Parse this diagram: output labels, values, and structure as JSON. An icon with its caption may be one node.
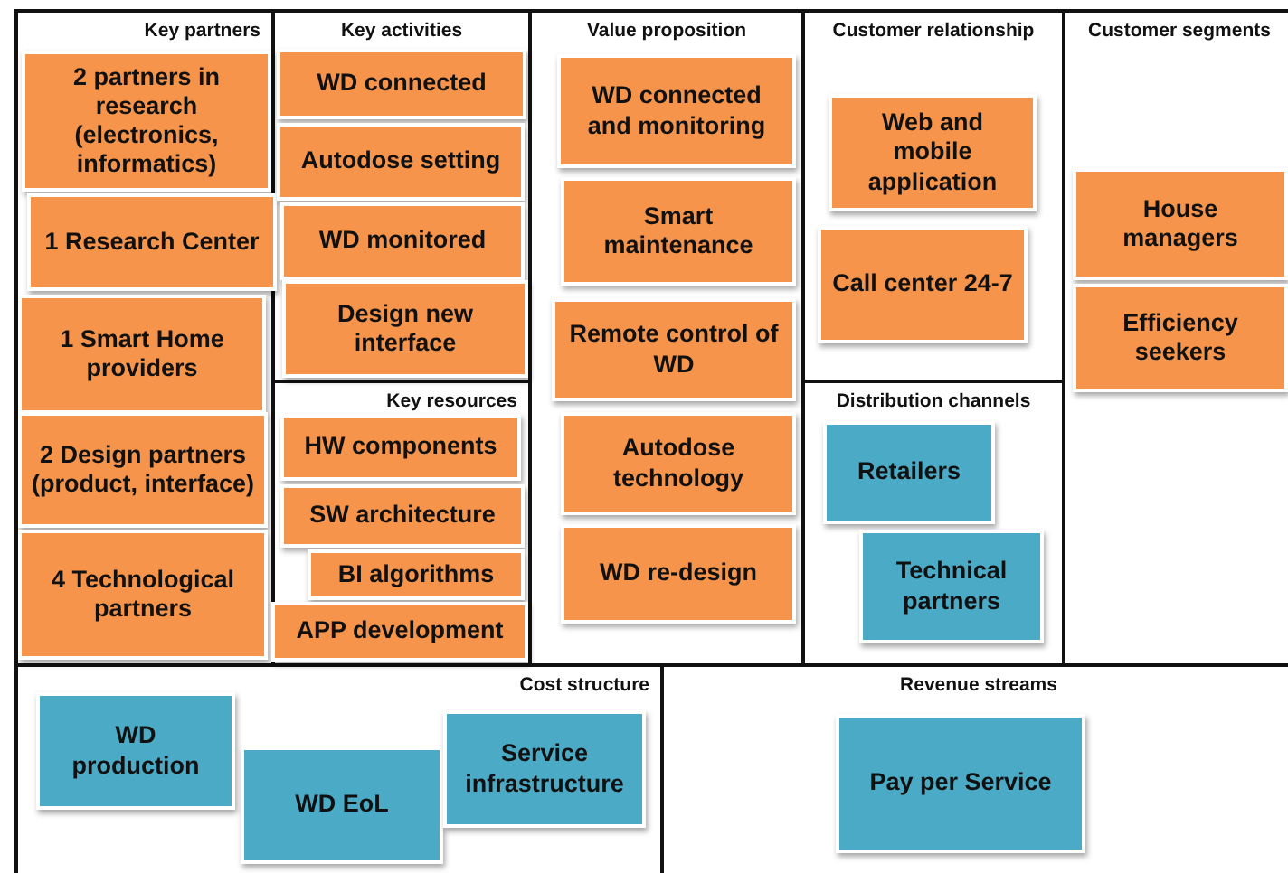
{
  "diagram": {
    "nodes": [
      {
        "text": [
          "Key partners"
        ]
      },
      {
        "text": [
          "Key activities"
        ]
      },
      {
        "text": [
          "Key resources"
        ]
      },
      {
        "text": [
          "Value proposition"
        ]
      },
      {
        "text": [
          "Customer relationship"
        ]
      },
      {
        "text": [
          "Distribution channels"
        ]
      },
      {
        "text": [
          "Customer segments"
        ]
      },
      {
        "text": [
          "Cost structure"
        ]
      },
      {
        "text": [
          "Revenue streams"
        ]
      },
      {
        "text": [
          "2 partners in research (electronics, informatics)"
        ],
        "in": 0
      },
      {
        "text": [
          "1 Research Center"
        ],
        "in": 0
      },
      {
        "text": [
          "1 Smart Home providers"
        ],
        "in": 0
      },
      {
        "text": [
          "2 Design partners (product, interface)"
        ],
        "in": 0
      },
      {
        "text": [
          "4 Technological partners"
        ],
        "in": 0
      },
      {
        "text": [
          "WD connected"
        ],
        "in": 1
      },
      {
        "text": [
          "Autodose setting"
        ],
        "in": 1
      },
      {
        "text": [
          "WD monitored"
        ],
        "in": 1
      },
      {
        "text": [
          "Design new interface"
        ],
        "in": 1
      },
      {
        "text": [
          "HW components"
        ],
        "in": 2
      },
      {
        "text": [
          "SW architecture"
        ],
        "in": 2
      },
      {
        "text": [
          "BI algorithms"
        ],
        "in": 2
      },
      {
        "text": [
          "APP development"
        ],
        "in": 2
      },
      {
        "text": [
          "WD connected and monitoring"
        ],
        "in": 3
      },
      {
        "text": [
          "Smart maintenance"
        ],
        "in": 3
      },
      {
        "text": [
          "Remote control of WD"
        ],
        "in": 3
      },
      {
        "text": [
          "Autodose technology"
        ],
        "in": 3
      },
      {
        "text": [
          "WD re-design"
        ],
        "in": 3
      },
      {
        "text": [
          "Web and mobile application"
        ],
        "in": 4
      },
      {
        "text": [
          "Call center 24-7"
        ],
        "in": 4
      },
      {
        "text": [
          "Retailers"
        ],
        "in": 5
      },
      {
        "text": [
          "Technical partners"
        ],
        "in": 5
      },
      {
        "text": [
          "House managers"
        ],
        "in": 6
      },
      {
        "text": [
          "Efficiency seekers"
        ],
        "in": 6
      },
      {
        "text": [
          "WD production"
        ],
        "in": 7
      },
      {
        "text": [
          "WD EoL"
        ],
        "in": 7
      },
      {
        "text": [
          "Service infrastructure"
        ],
        "in": 7
      },
      {
        "text": [
          "Pay per Service"
        ],
        "in": 8
      }
    ]
  }
}
